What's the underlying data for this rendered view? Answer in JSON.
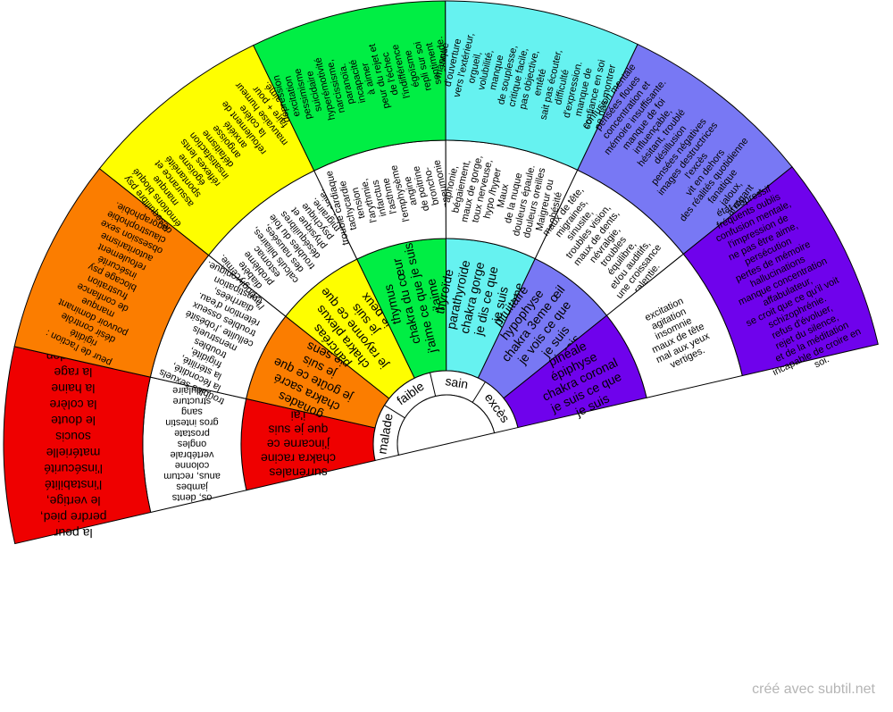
{
  "labels": {
    "malade": "malade",
    "faible": "faible",
    "sain": "sain",
    "exces": "excès"
  },
  "sectors": [
    {
      "id": "racine",
      "color": "#ef0000",
      "chakra": [
        "surrénales",
        "chakra racine",
        "j'incarne ce",
        "que je suis",
        "j'ai"
      ],
      "health": [
        "os, dents",
        "jambes",
        "anus, rectum",
        "colonne",
        "vertébrale",
        "ongles",
        "prostate",
        "gros intestin",
        "sang",
        "structure",
        "cellulaire"
      ],
      "emotions": [
        "la peur",
        "perdre pied,",
        "le vertige,",
        "l'instabilité",
        "l'insécurité",
        "matérielle",
        "soucis",
        "le doute",
        "la colère",
        "la haine",
        "la rage",
        "l'abandon"
      ]
    },
    {
      "id": "sacre",
      "color": "#fb7d00",
      "chakra": [
        "gonades",
        "chakra sacré",
        "je goûte ce que",
        "je suis",
        "je sens"
      ],
      "health": [
        "troubles sexuels",
        "la fécondité,",
        "la stérilité,",
        "frigidité,",
        "troubles",
        "menstruels",
        "cellulite ,l'obésité",
        "troubles osseux",
        "rétention d'eau.",
        "diarrhées,",
        "constipation",
        "fatigue chronique."
      ],
      "emotions": [
        "peur de l'action :",
        "rigidité",
        "désir contrôle",
        "pouvoir dominant",
        "manque",
        "de confiance",
        "frustration",
        "blocage psy",
        "insécurité",
        "refoulement",
        "autoritarisme",
        "obsession sexe",
        "claustrophobie",
        "agoraphobie."
      ]
    },
    {
      "id": "plexus",
      "color": "#fefe00",
      "chakra": [
        "pancréas",
        "chakra plexus",
        "je rayonne ce que",
        "je suis",
        "je peux"
      ],
      "health": [
        "l'hypoglycémie.",
        "diabète",
        "problème",
        "estomac",
        "calculs biliaires,",
        "des nausées,",
        "troubles du foie",
        "déséquilibres",
        "physique et",
        "psychique",
        "migraine.",
        "lombalgie."
      ],
      "emotions": [
        "déséquilibre psy",
        "émotions bloqué",
        "manque",
        "assurance et",
        "spontanéité",
        "égoïsme",
        "réflexes lents",
        "insatisfaction",
        "défaitisme",
        "angoisse",
        "anxiété",
        "refoulement de",
        "la colère",
        "mauvaise humeur",
        "faire + pour",
        "être aimé."
      ]
    },
    {
      "id": "coeur",
      "color": "#00ee44",
      "chakra": [
        "thymus",
        "chakra du cœur",
        "j'aime ce que je suis",
        "j'aime"
      ],
      "health": [
        "trouble cardiaque",
        "tachycardie",
        "tension",
        "l'arythmie,",
        "infarctus",
        "l'asthme",
        "l'emphysème",
        "angine",
        "de poitrine",
        "broncho-",
        "pneumonie"
      ],
      "emotions": [
        "dépression",
        "excitation",
        "pessimisme",
        "suicidaire",
        "hyperémotivité",
        "narcissisme,",
        "paranoïa.",
        "incapacité",
        "à aimer",
        "peur du rejet et",
        "de l'échec",
        "l'indifférence",
        "égoïsme",
        "repli sur soi",
        "sentiment",
        "de solitude."
      ]
    },
    {
      "id": "gorge",
      "color": "#66f2f0",
      "chakra": [
        "thyroïde",
        "parathyroïde",
        "chakra gorge",
        "je dis ce que",
        "je suis",
        "j'exprime"
      ],
      "health": [
        "aphonie,",
        "bégaiement,",
        "maux de gorge,",
        "toux nerveuse,",
        "hypo /hyper",
        "Maux",
        "de la nuque",
        "douleurs épaule.",
        "douleurs oreilles",
        "Maigreur ou",
        "obésité"
      ],
      "emotions": [
        "manque",
        "d'ouverture",
        "vers l'extérieur,",
        "orgueil,",
        "volubilité,",
        "manque",
        "de souplesse,",
        "critique facile,",
        "pas objective,",
        "entêté",
        "sait pas écouter,",
        "difficulté",
        "d'expression.",
        "manque de",
        "confiance en soi",
        "ne pas montrer",
        "qui il est."
      ]
    },
    {
      "id": "frontal",
      "color": "#7878f4",
      "chakra": [
        "pituitaire",
        "hypophyse",
        "chakra 3eme œil",
        "je vois ce que",
        "je suis",
        "je vois"
      ],
      "health": [
        "maux de tête,",
        "migraines,",
        "sinusite,",
        "troubles vision,",
        "maux de dents,",
        "névralgie,",
        "troubles",
        "équilibre,",
        "et/ou auditifs,",
        "une croissance",
        "ralentie."
      ],
      "emotions": [
        "confusion mentale",
        "pensées floues",
        "concentration et",
        "mémoire insuffisante.",
        "manque de foi",
        "influençable,",
        "hésitant, troublé",
        "désillusion",
        "pensées négatives",
        "images destructrices",
        "l'excès",
        "vit en dehors",
        "des réalités quotidienne",
        "fanatique",
        "jaloux,",
        "arrogant",
        "méprisant"
      ]
    },
    {
      "id": "coronal",
      "color": "#6f02ec",
      "chakra": [
        "pinéale",
        "épiphyse",
        "chakra coronal",
        "je suis ce que",
        "je suis"
      ],
      "health": [
        "excitation",
        "agitation",
        "insomnie",
        "maux de tête",
        "mal aux yeux",
        "vertiges."
      ],
      "emotions": [
        "état dépressif",
        "fréquents oublis",
        "confusion mentale,",
        "l'impression de",
        "ne pas être aime,",
        "persécution",
        "pertes de mémoire",
        "hallucinations",
        "manque concentration",
        "affabulateur,",
        "se croit que ce qu'il voit",
        "schizophrénie.",
        "refus d'évoluer,",
        "rejet du silence,",
        "et de  la méditation",
        "incapable de croire en",
        "soi."
      ]
    }
  ],
  "credit": "créé avec subtil.net"
}
